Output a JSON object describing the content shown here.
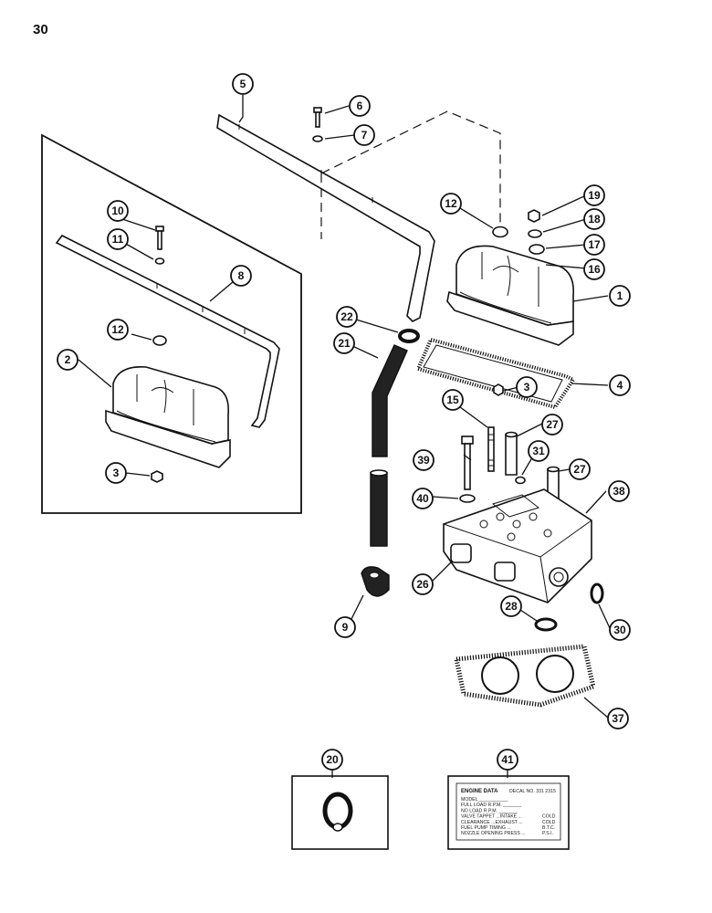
{
  "page_number": "30",
  "callouts": [
    {
      "id": "c1",
      "label": "1"
    },
    {
      "id": "c2",
      "label": "2"
    },
    {
      "id": "c3a",
      "label": "3"
    },
    {
      "id": "c3b",
      "label": "3"
    },
    {
      "id": "c4",
      "label": "4"
    },
    {
      "id": "c5",
      "label": "5"
    },
    {
      "id": "c6",
      "label": "6"
    },
    {
      "id": "c7",
      "label": "7"
    },
    {
      "id": "c8",
      "label": "8"
    },
    {
      "id": "c9",
      "label": "9"
    },
    {
      "id": "c10",
      "label": "10"
    },
    {
      "id": "c11",
      "label": "11"
    },
    {
      "id": "c12a",
      "label": "12"
    },
    {
      "id": "c12b",
      "label": "12"
    },
    {
      "id": "c15",
      "label": "15"
    },
    {
      "id": "c16",
      "label": "16"
    },
    {
      "id": "c17",
      "label": "17"
    },
    {
      "id": "c18",
      "label": "18"
    },
    {
      "id": "c19",
      "label": "19"
    },
    {
      "id": "c20",
      "label": "20"
    },
    {
      "id": "c21",
      "label": "21"
    },
    {
      "id": "c22",
      "label": "22"
    },
    {
      "id": "c26",
      "label": "26"
    },
    {
      "id": "c27a",
      "label": "27"
    },
    {
      "id": "c27b",
      "label": "27"
    },
    {
      "id": "c28",
      "label": "28"
    },
    {
      "id": "c30",
      "label": "30"
    },
    {
      "id": "c31",
      "label": "31"
    },
    {
      "id": "c37",
      "label": "37"
    },
    {
      "id": "c38",
      "label": "38"
    },
    {
      "id": "c39",
      "label": "39"
    },
    {
      "id": "c40",
      "label": "40"
    },
    {
      "id": "c41",
      "label": "41"
    }
  ],
  "decal": {
    "title": "ENGINE DATA",
    "decal_no": "DECAL NO. 331 2315",
    "lines": [
      {
        "left": "MODEL ___________",
        "right": ""
      },
      {
        "left": "FULL LOAD R.P.M. _______",
        "right": ""
      },
      {
        "left": "NO LOAD R.P.M. _______",
        "right": ""
      },
      {
        "left": "VALVE TAPPET ...INTAKE ...",
        "right": "COLD"
      },
      {
        "left": "CLEARANCE ...EXHAUST ...",
        "right": "COLD"
      },
      {
        "left": "FUEL PUMP TIMING ...",
        "right": "B.T.C."
      },
      {
        "left": "NOZZLE OPENING PRESS ...",
        "right": "P.S.I."
      }
    ]
  }
}
